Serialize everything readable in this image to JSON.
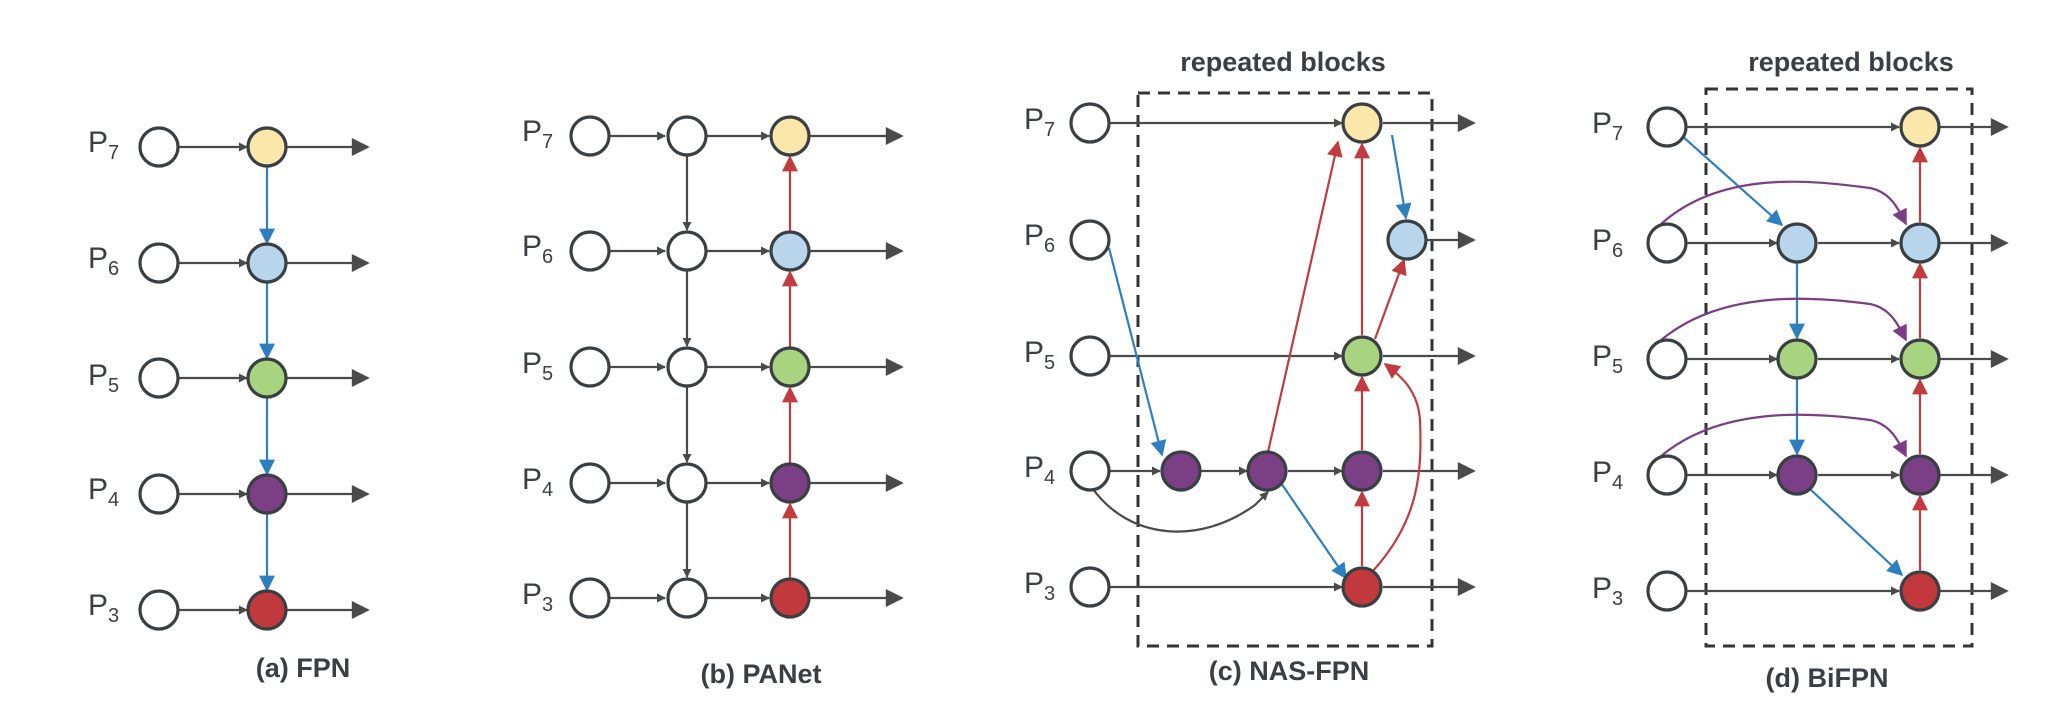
{
  "level_labels": [
    {
      "base": "P",
      "sub": "7"
    },
    {
      "base": "P",
      "sub": "6"
    },
    {
      "base": "P",
      "sub": "5"
    },
    {
      "base": "P",
      "sub": "4"
    },
    {
      "base": "P",
      "sub": "3"
    }
  ],
  "captions": {
    "fpn": "(a) FPN",
    "panet": "(b) PANet",
    "nasfpn": "(c) NAS-FPN",
    "bifpn": "(d) BiFPN"
  },
  "repeated_label": "repeated blocks",
  "colors": {
    "P7": "#fbe7aa",
    "P6": "#b9d5ec",
    "P5": "#a9d47f",
    "P4": "#7b3f85",
    "P3": "#c2393d",
    "empty": "#ffffff",
    "edge_gray": "#4a4a4a",
    "edge_blue": "#2e7fbf",
    "edge_red": "#c23b3f",
    "edge_purple": "#7a3d86"
  }
}
